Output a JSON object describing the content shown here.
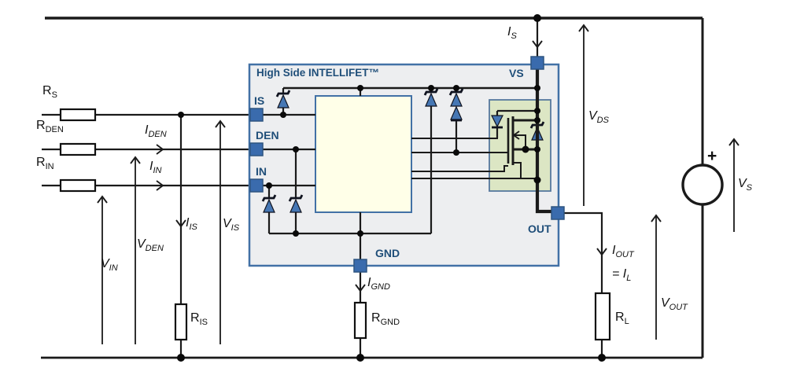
{
  "block": {
    "title": "High Side INTELLIFET™"
  },
  "pins": {
    "is": {
      "label": "IS"
    },
    "den": {
      "label": "DEN"
    },
    "in": {
      "label": "IN"
    },
    "vs": {
      "label": "VS"
    },
    "gnd": {
      "label": "GND"
    },
    "out": {
      "label": "OUT"
    }
  },
  "labels": {
    "rs": {
      "main": "R",
      "sub": "S"
    },
    "rden": {
      "main": "R",
      "sub": "DEN"
    },
    "rin": {
      "main": "R",
      "sub": "IN"
    },
    "iden": {
      "main": "I",
      "sub": "DEN"
    },
    "iin": {
      "main": "I",
      "sub": "IN"
    },
    "iis": {
      "main": "I",
      "sub": "IS"
    },
    "vin": {
      "main": "V",
      "sub": "IN"
    },
    "vden": {
      "main": "V",
      "sub": "DEN"
    },
    "vis": {
      "main": "V",
      "sub": "IS"
    },
    "ris": {
      "main": "R",
      "sub": "IS"
    },
    "ignd": {
      "main": "I",
      "sub": "GND"
    },
    "rgnd": {
      "main": "R",
      "sub": "GND"
    },
    "is_cur": {
      "main": "I",
      "sub": "S"
    },
    "vds": {
      "main": "V",
      "sub": "DS"
    },
    "iout": {
      "main": "I",
      "sub": "OUT"
    },
    "il": {
      "main": "= I",
      "sub": "L"
    },
    "rl": {
      "main": "R",
      "sub": "L"
    },
    "vout": {
      "main": "V",
      "sub": "OUT"
    },
    "vs_src": {
      "main": "V",
      "sub": "S"
    },
    "plus": {
      "main": "+"
    }
  },
  "colors": {
    "wire": "#1a1a1a",
    "block_fill": "#EDEEF0",
    "block_border": "#4271A6",
    "logic_fill": "#FFFFE8",
    "mosfet_fill": "#DCE6C4",
    "mosfet_border": "#56789E",
    "pin_fill": "#3A6BAD",
    "pin_border": "#2E5580",
    "diode_fill": "#4677B4",
    "label_blue": "#1F4E79"
  }
}
